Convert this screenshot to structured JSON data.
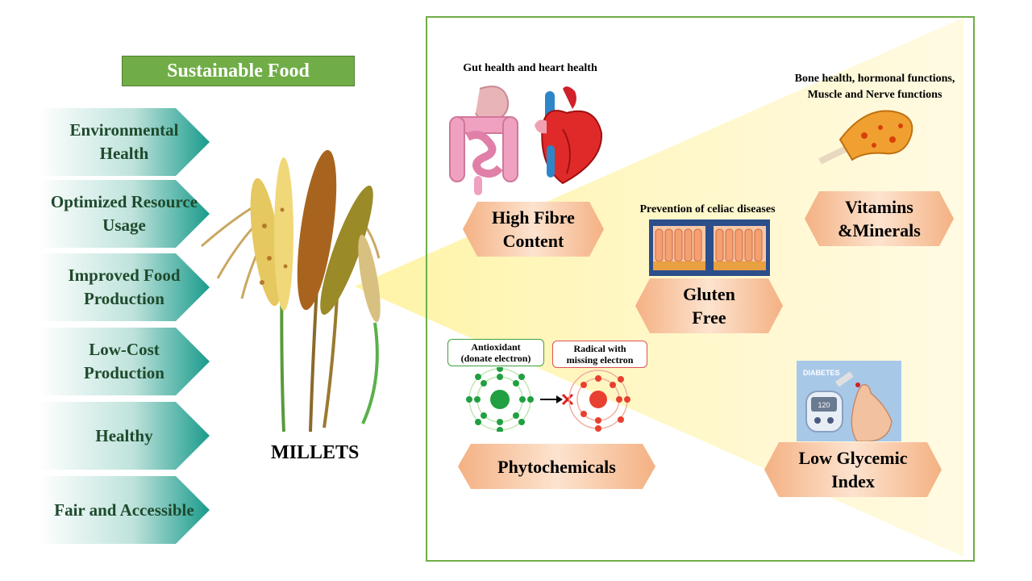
{
  "title": "Sustainable Food",
  "benefits": [
    "Environmental Health",
    "Optimized Resource Usage",
    "Improved Food Production",
    "Low-Cost Production",
    "Healthy",
    "Fair and Accessible"
  ],
  "millets_label": "MILLETS",
  "captions": {
    "gut_heart": "Gut health and heart health",
    "bone": "Bone health, hormonal  functions,",
    "muscle": "Muscle and Nerve functions",
    "celiac": "Prevention  of celiac diseases"
  },
  "nutrients": {
    "fibre": [
      "High Fibre",
      "Content"
    ],
    "vitamins": [
      "Vitamins",
      "&Minerals"
    ],
    "gluten": [
      "Gluten",
      "Free"
    ],
    "phyto": "Phytochemicals",
    "glycemic": [
      "Low Glycemic",
      "Index"
    ]
  },
  "bubbles": {
    "antioxidant": [
      "Antioxidant",
      "(donate electron)"
    ],
    "radical": [
      "Radical with",
      "missing electron"
    ]
  },
  "diabetes_label": "DIABETES",
  "meter_value": "120",
  "colors": {
    "title_green": "#70ad47",
    "teal": "#1a9b8c",
    "peach": "#f4b183",
    "beam": "#fff2a8"
  }
}
